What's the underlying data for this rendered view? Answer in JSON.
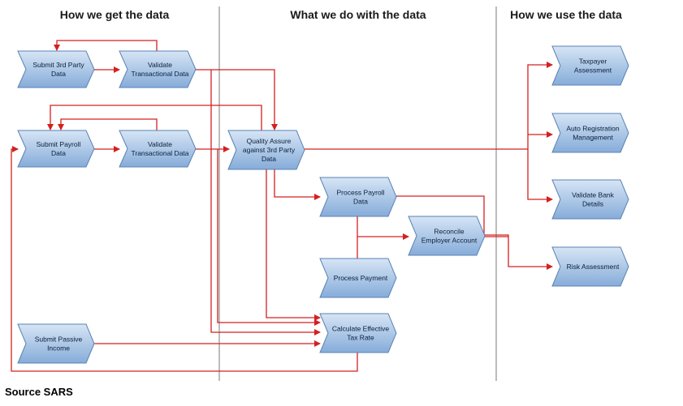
{
  "columns": [
    {
      "title": "How we get the data"
    },
    {
      "title": "What we do with the data"
    },
    {
      "title": "How we use the data"
    }
  ],
  "nodes": {
    "submit_3rd_party": {
      "lines": [
        "Submit 3rd Party",
        "Data"
      ]
    },
    "validate_top": {
      "lines": [
        "Validate",
        "Transactional Data"
      ]
    },
    "submit_payroll": {
      "lines": [
        "Submit Payroll",
        "Data"
      ]
    },
    "validate_mid": {
      "lines": [
        "Validate",
        "Transactional Data"
      ]
    },
    "quality_assure": {
      "lines": [
        "Quality Assure",
        "against 3rd Party",
        "Data"
      ]
    },
    "process_payroll": {
      "lines": [
        "Process Payroll",
        "Data"
      ]
    },
    "reconcile": {
      "lines": [
        "Reconcile",
        "Employer Account"
      ]
    },
    "process_payment": {
      "lines": [
        "Process Payment"
      ]
    },
    "calculate_tax": {
      "lines": [
        "Calculate Effective",
        "Tax Rate"
      ]
    },
    "submit_passive": {
      "lines": [
        "Submit Passive",
        "Income"
      ]
    },
    "taxpayer_assessment": {
      "lines": [
        "Taxpayer",
        "Assessment"
      ]
    },
    "auto_registration": {
      "lines": [
        "Auto Registration",
        "Management"
      ]
    },
    "validate_bank": {
      "lines": [
        "Validate Bank",
        "Details"
      ]
    },
    "risk_assessment": {
      "lines": [
        "Risk Assessment"
      ]
    }
  },
  "source": "Source SARS",
  "colors": {
    "arrow": "#d42020",
    "node_fill_top": "#cfe0f3",
    "node_fill_bottom": "#8db3de",
    "node_stroke": "#5a82b4",
    "divider": "#7a7a7a"
  }
}
